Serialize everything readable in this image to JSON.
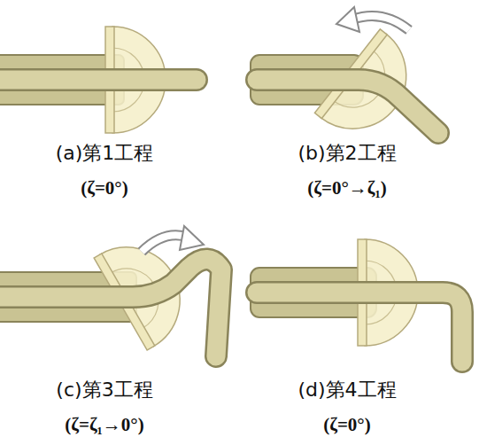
{
  "diagram": {
    "labels": [
      "(a)第1工程",
      "(ζ=0°)",
      "(b)第2工程",
      "(ζ=0°→ζ₁)",
      "(c)第3工程",
      "(ζ=ζ₁→0°)",
      "(d)第4工程",
      "(ζ=0°)"
    ]
  }
}
